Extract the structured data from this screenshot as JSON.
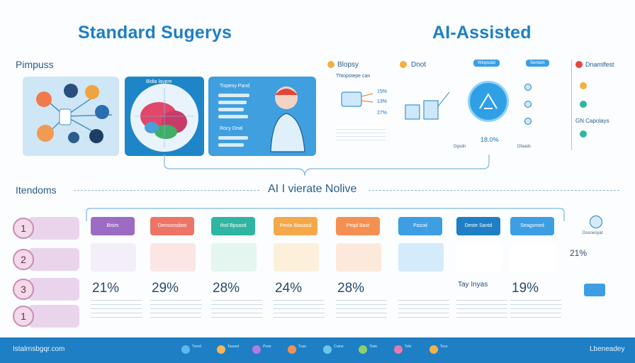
{
  "header": {
    "left_title": "Standard Sugerys",
    "right_title": "AI-Assisted"
  },
  "sections": {
    "pimpass": "Pimpuss",
    "itendoms": "Itendoms",
    "center_title": "AI I vierate Nolive"
  },
  "top_left": {
    "mid_caption": "Bidia laypre",
    "right_caption_top": "Tispesy Pand",
    "right_caption_bottom": "Rocy Dnal"
  },
  "top_right": {
    "blopsy": "Blopsy",
    "blopsy_sub": "Thtopstepe can",
    "dnot": "Dnot",
    "label_top": "Wiopsdat",
    "label_side": "Sentam",
    "percent_1": "15%",
    "percent_2": "13%",
    "percent_3": "27%",
    "hub_value": "18.0%",
    "dnamlfest": "Dnamlfest",
    "gn_caption": "GN Capolays",
    "bottom_label_1": "Dgsdn",
    "bottom_label_2": "Dfaads"
  },
  "rows": [
    "1",
    "2",
    "3",
    "1"
  ],
  "columns": [
    {
      "header": "Bisirs",
      "metric": "21%",
      "color": "#9c6bc4",
      "box": "#f4eef9"
    },
    {
      "header": "Densossdast",
      "metric": "29%",
      "color": "#ee7467",
      "box": "#fbe6e3"
    },
    {
      "header": "Ifod Bpsasd",
      "metric": "28%",
      "color": "#2fb6a2",
      "box": "#e4f6ef"
    },
    {
      "header": "Peste Biasasd",
      "metric": "24%",
      "color": "#f4a84a",
      "box": "#fdf0db"
    },
    {
      "header": "Peqd Bast",
      "metric": "28%",
      "color": "#f49152",
      "box": "#fde9dc"
    },
    {
      "header": "Pasod",
      "metric": "",
      "color": "#3d9ee4",
      "box": "#d4ebfb"
    },
    {
      "header": "Deste Santd",
      "metric": "Tay Inyas",
      "color": "#1e7fc4",
      "box": "#ffffff"
    },
    {
      "header": "Seagsmed",
      "metric": "19%",
      "color": "#3d9ee4",
      "box": "#ffffff"
    }
  ],
  "right_col": {
    "label": "Dosnesyat",
    "metric": "21%"
  },
  "footer": {
    "left": "Istalrnsbgqr.com",
    "right": "Lbeneadey",
    "legend": [
      {
        "label": "Trend",
        "color": "#5fb7ef"
      },
      {
        "label": "Taseed",
        "color": "#f4b85b"
      },
      {
        "label": "Pooe",
        "color": "#b37be0"
      },
      {
        "label": "Tuse",
        "color": "#f29155"
      },
      {
        "label": "Crane",
        "color": "#6fc5e7"
      },
      {
        "label": "Tlate",
        "color": "#8fd06a"
      },
      {
        "label": "Tote",
        "color": "#e67bb3"
      },
      {
        "label": "Toce",
        "color": "#f3b14a"
      }
    ]
  }
}
